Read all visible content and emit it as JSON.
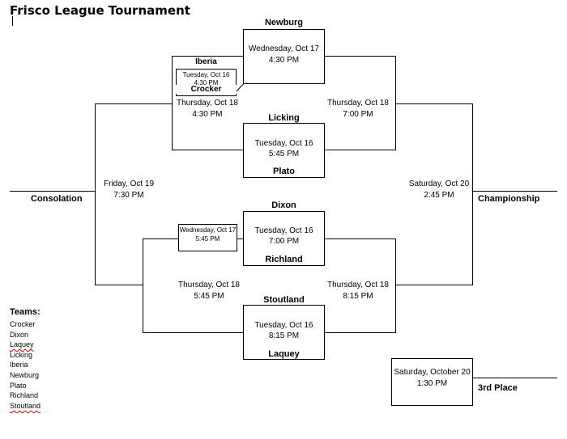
{
  "title": "Frisco League Tournament",
  "teams_heading": "Teams:",
  "teams": [
    "Crocker",
    "Dixon",
    "Laquey",
    "Licking",
    "Iberia",
    "Newburg",
    "Plato",
    "Richland",
    "Stoutland"
  ],
  "labels": {
    "consolation": "Consolation",
    "championship": "Championship",
    "third_place": "3rd Place"
  },
  "games": {
    "newburg_game": {
      "team": "Newburg",
      "day": "Wednesday, Oct 17",
      "time": "4:30 PM"
    },
    "iberia_crocker": {
      "team_top": "Iberia",
      "team_bottom": "Crocker",
      "day": "Tuesday, Oct 16",
      "time": "4:30 PM"
    },
    "upper_left_semi": {
      "day": "Thursday, Oct 18",
      "time": "4:30 PM"
    },
    "upper_right_semi": {
      "day": "Thursday, Oct 18",
      "time": "7:00 PM"
    },
    "licking_plato": {
      "team_top": "Licking",
      "team_bottom": "Plato",
      "day": "Tuesday, Oct 16",
      "time": "5:45 PM"
    },
    "consolation_game": {
      "day": "Friday, Oct 19",
      "time": "7:30 PM"
    },
    "championship_game": {
      "day": "Saturday, Oct 20",
      "time": "2:45 PM"
    },
    "dixon_richland": {
      "team_top": "Dixon",
      "team_bottom": "Richland",
      "day": "Tuesday, Oct 16",
      "time": "7:00 PM"
    },
    "lower_wed": {
      "day": "Wednesday, Oct 17",
      "time": "5:45 PM"
    },
    "lower_left_semi": {
      "day": "Thursday, Oct 18",
      "time": "5:45 PM"
    },
    "lower_right_semi": {
      "day": "Thursday, Oct 18",
      "time": "8:15 PM"
    },
    "stoutland_laquey": {
      "team_top": "Stoutland",
      "team_bottom": "Laquey",
      "day": "Tuesday, Oct 16",
      "time": "8:15 PM"
    },
    "third_place_game": {
      "day": "Saturday, October 20",
      "time": "1:30 PM"
    }
  }
}
